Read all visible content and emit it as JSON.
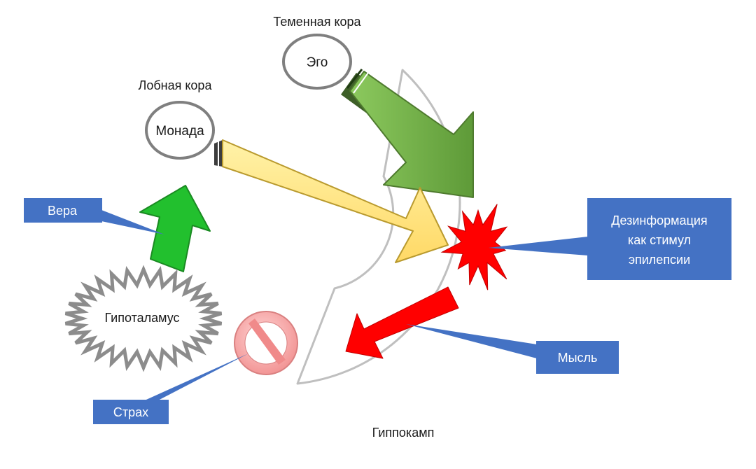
{
  "labels": {
    "parietal_cortex": "Теменная кора",
    "frontal_cortex": "Лобная кора",
    "hippocampus": "Гиппокамп"
  },
  "nodes": {
    "ego": "Эго",
    "monad": "Монада",
    "hypothalamus": "Гипоталамус"
  },
  "callouts": {
    "faith": "Вера",
    "fear": "Страх",
    "thought": "Мысль",
    "disinfo_line1": "Дезинформация",
    "disinfo_line2": "как стимул",
    "disinfo_line3": "эпилепсии"
  },
  "colors": {
    "green_arrow": "#22C02E",
    "olive_arrow": "#70AD47",
    "yellow_arrow": "#FFE27A",
    "red": "#FF0000",
    "callout_blue": "#4472C4",
    "outline_gray": "#7F7F7F",
    "hippocampus_outline": "#BFBFBF"
  }
}
